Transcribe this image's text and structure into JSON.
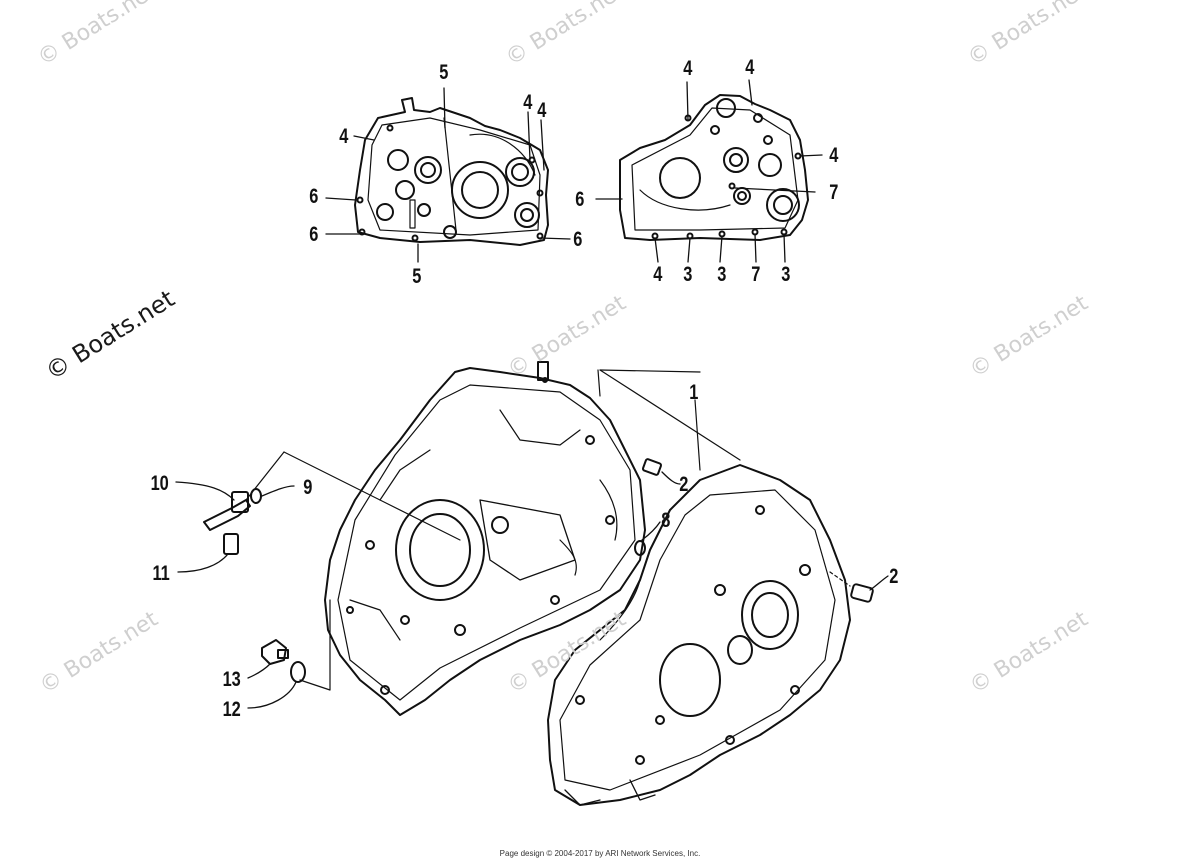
{
  "watermark": "© Boats.net",
  "footer": "Page design © 2004-2017 by ARI Network Services, Inc.",
  "callouts": {
    "c1": "1",
    "c2a": "2",
    "c2b": "2",
    "c3a": "3",
    "c3b": "3",
    "c3c": "3",
    "c4a": "4",
    "c4b": "4",
    "c4c": "4",
    "c4d": "4",
    "c4e": "4",
    "c4f": "4",
    "c4g": "4",
    "c5a": "5",
    "c5b": "5",
    "c6a": "6",
    "c6b": "6",
    "c6c": "6",
    "c6d": "6",
    "c7a": "7",
    "c7b": "7",
    "c8": "8",
    "c9": "9",
    "c10": "10",
    "c11": "11",
    "c12": "12",
    "c13": "13"
  }
}
